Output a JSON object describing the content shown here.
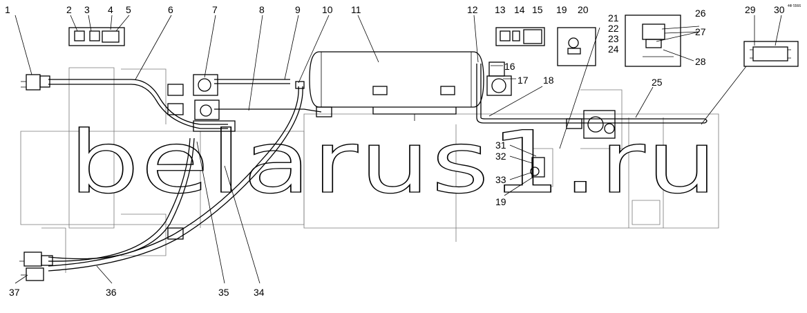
{
  "watermark": "belarus1.ru",
  "corner_code": "4Ф 5566",
  "callouts": [
    "1",
    "2",
    "3",
    "4",
    "5",
    "6",
    "7",
    "8",
    "9",
    "10",
    "11",
    "12",
    "13",
    "14",
    "15",
    "16",
    "17",
    "18",
    "19",
    "20",
    "21",
    "22",
    "23",
    "24",
    "25",
    "26",
    "27",
    "28",
    "29",
    "30",
    "31",
    "32",
    "33",
    "19",
    "35",
    "34",
    "36",
    "37"
  ]
}
